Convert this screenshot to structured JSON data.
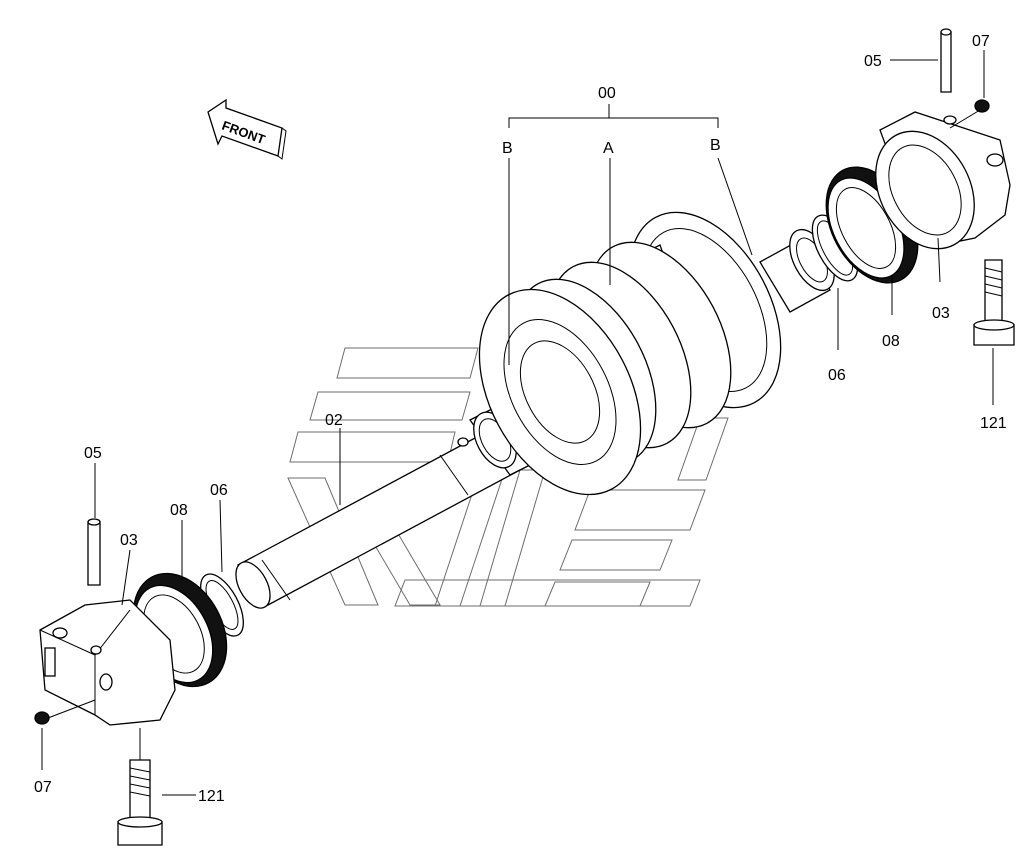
{
  "front_label": "FRONT",
  "labels": {
    "assembly": "00",
    "sub_a": "A",
    "sub_b_left": "B",
    "sub_b_right": "B",
    "shaft": "02",
    "pin_right": "05",
    "plug_right": "07",
    "collar_right": "03",
    "seal_right": "08",
    "ring_right": "06",
    "bolt_right": "121",
    "pin_left": "05",
    "collar_left": "03",
    "seal_left": "08",
    "ring_left": "06",
    "plug_left": "07",
    "bolt_left": "121"
  }
}
